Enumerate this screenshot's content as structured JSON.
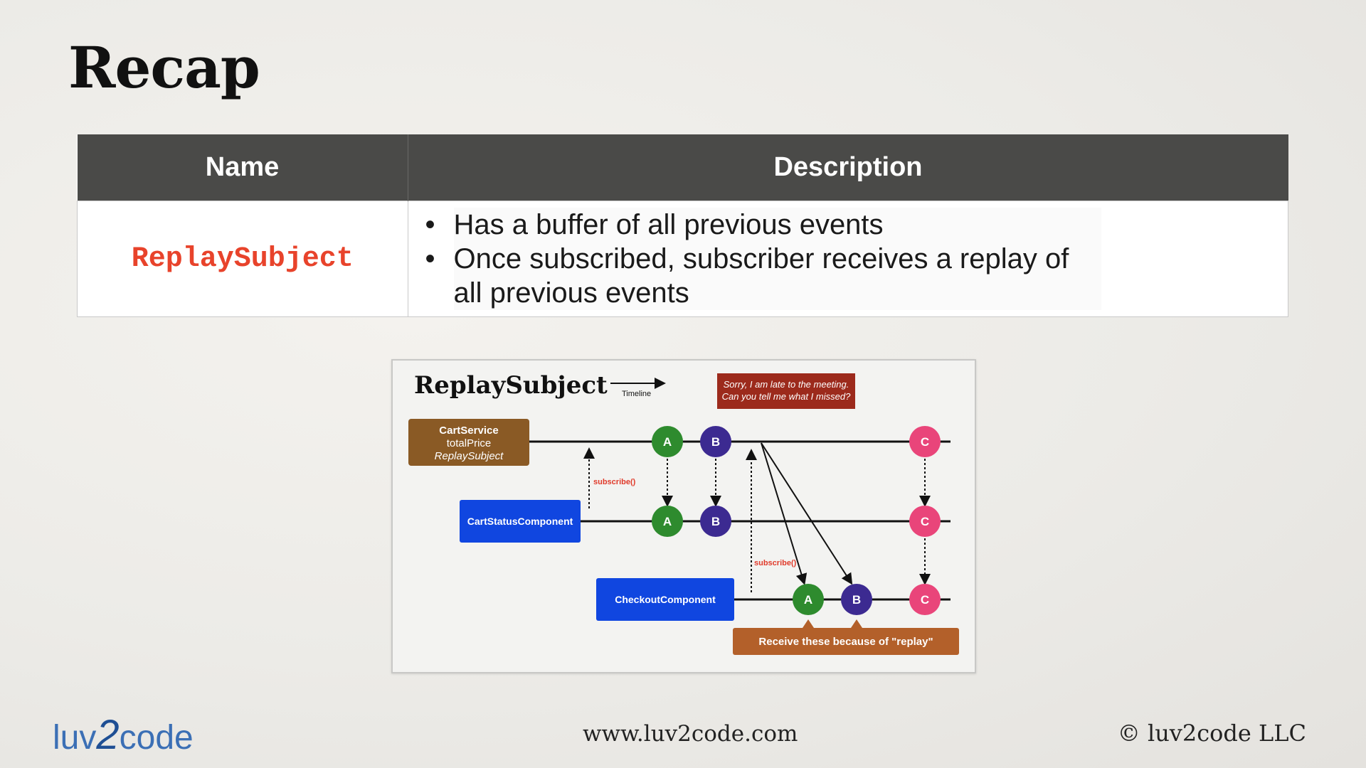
{
  "slide": {
    "title": "Recap"
  },
  "table": {
    "headers": [
      "Name",
      "Description"
    ],
    "rows": [
      {
        "name": "ReplaySubject",
        "description": [
          "Has a buffer of all previous events",
          "Once subscribed, subscriber receives a replay of all previous events"
        ]
      }
    ]
  },
  "diagram": {
    "title": "ReplaySubject",
    "timeline_label": "Timeline",
    "speech": [
      "Sorry, I am late to the meeting.",
      "Can you tell me what I missed?"
    ],
    "service": {
      "line1": "CartService",
      "line2": "totalPrice",
      "line3": "ReplaySubject"
    },
    "component1": "CartStatusComponent",
    "component2": "CheckoutComponent",
    "subscribe_label": "subscribe()",
    "events": [
      "A",
      "B",
      "C"
    ],
    "callout": "Receive these because of \"replay\"",
    "colors": {
      "A": "#2e8b2e",
      "B": "#3c2a91",
      "C": "#e9457a",
      "service_box": "#8a5a25",
      "component_box": "#1046e0",
      "speech_box": "#9c2a1c",
      "callout_box": "#b3602a",
      "subscribe_text": "#e03a2a"
    }
  },
  "footer": {
    "logo": {
      "part1": "luv",
      "part2": "2",
      "part3": "code"
    },
    "url": "www.luv2code.com",
    "copyright": "© luv2code LLC"
  }
}
